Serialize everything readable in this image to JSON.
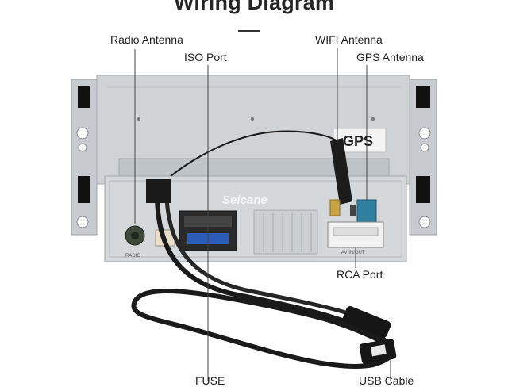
{
  "diagram": {
    "title": "Wiring Diagram",
    "labels": {
      "radio_antenna": "Radio Antenna",
      "iso_port": "ISO Port",
      "wifi_antenna": "WIFI Antenna",
      "gps_antenna": "GPS Antenna",
      "rca_port": "RCA Port",
      "fuse": "FUSE",
      "usb_cable": "USB Cable"
    },
    "unit_markings": {
      "brand": "Seicane",
      "gps_sticker": "GPS",
      "radio_port": "RADIO",
      "av_port": "AV IN/OUT"
    },
    "colors": {
      "chassis": "#c9cdd0",
      "faceplate": "#d3d6d8",
      "cable": "#1a1a1a",
      "gps_connector": "#2f7fa0",
      "fuse_block": "#2b5db8"
    }
  }
}
